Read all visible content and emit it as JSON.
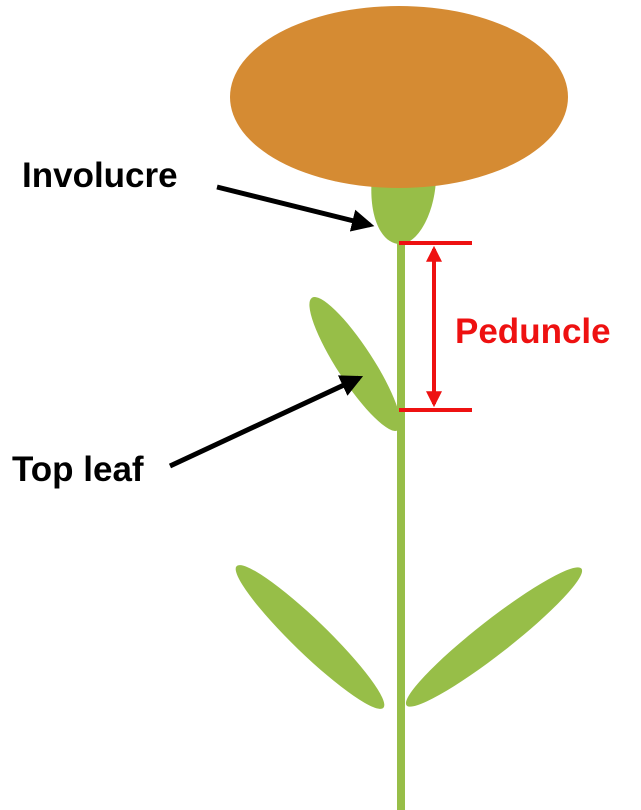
{
  "labels": {
    "involucre": "Involucre",
    "peduncle": "Peduncle",
    "top_leaf": "Top leaf"
  },
  "colors": {
    "flower_head": "#D58B33",
    "plant_green": "#97BE48",
    "peduncle_marker": "#EE1111",
    "pointer_arrow": "#000000",
    "label_text": "#000000"
  }
}
